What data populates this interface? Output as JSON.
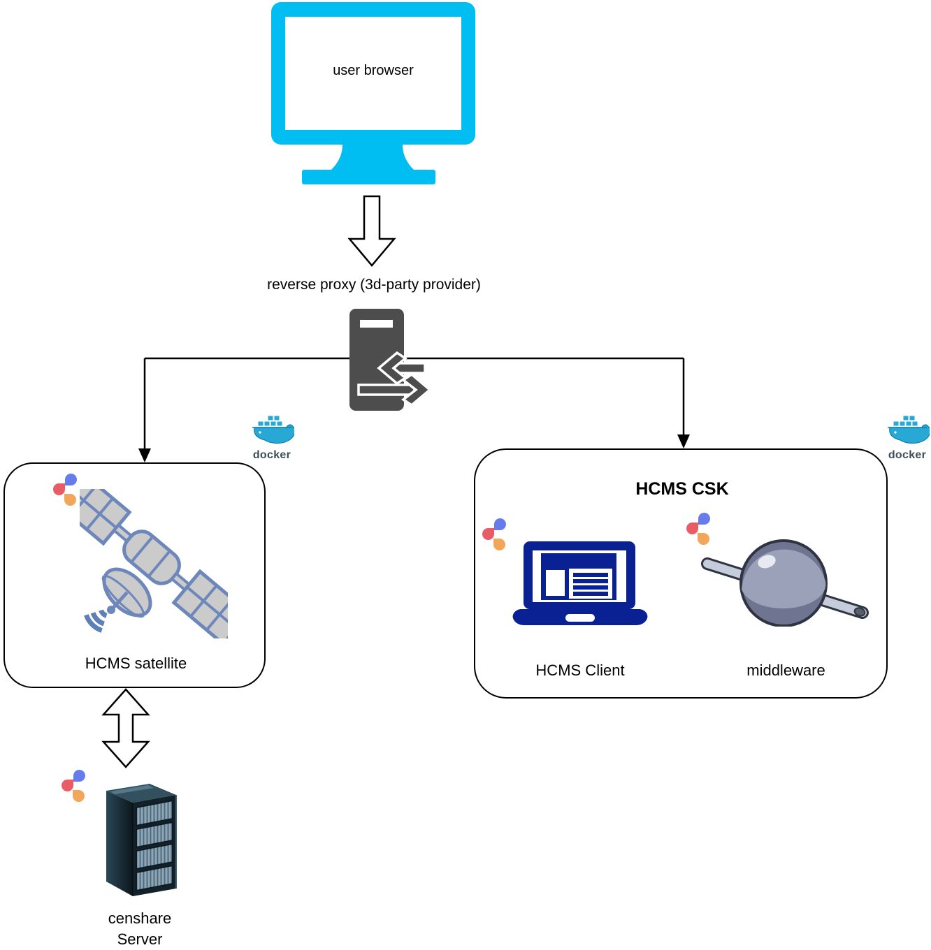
{
  "nodes": {
    "user_browser": {
      "label": "user browser"
    },
    "reverse_proxy": {
      "label": "reverse proxy (3d-party provider)"
    },
    "hcms_satellite": {
      "label": "HCMS satellite"
    },
    "censhare_server": {
      "label": "censhare\nServer"
    },
    "hcms_csk": {
      "title": "HCMS CSK",
      "client_label": "HCMS Client",
      "middleware_label": "middleware"
    }
  },
  "badges": {
    "docker_label": "docker"
  },
  "icons": [
    "monitor-icon",
    "down-arrow-icon",
    "reverse-proxy-server-icon",
    "docker-whale-icon",
    "censhare-logo-icon",
    "satellite-icon",
    "double-arrow-icon",
    "server-rack-icon",
    "laptop-icon",
    "middleware-sphere-icon"
  ],
  "colors": {
    "monitor_cyan": "#00BEF2",
    "laptop_navy": "#0A2193",
    "proxy_gray": "#4D4D4D",
    "censhare_blue": "#667CEC",
    "censhare_red": "#E85C66",
    "censhare_orange": "#F2A65A",
    "docker_teal": "#28A8D4",
    "docker_text": "#3C4E56",
    "satellite_stroke": "#6E87BA",
    "satellite_fill": "#CBCBCB",
    "sphere_gray": "#6F7490",
    "sphere_light": "#9AA1B8",
    "rack_steel": "#13212A",
    "line_black": "#000000"
  }
}
